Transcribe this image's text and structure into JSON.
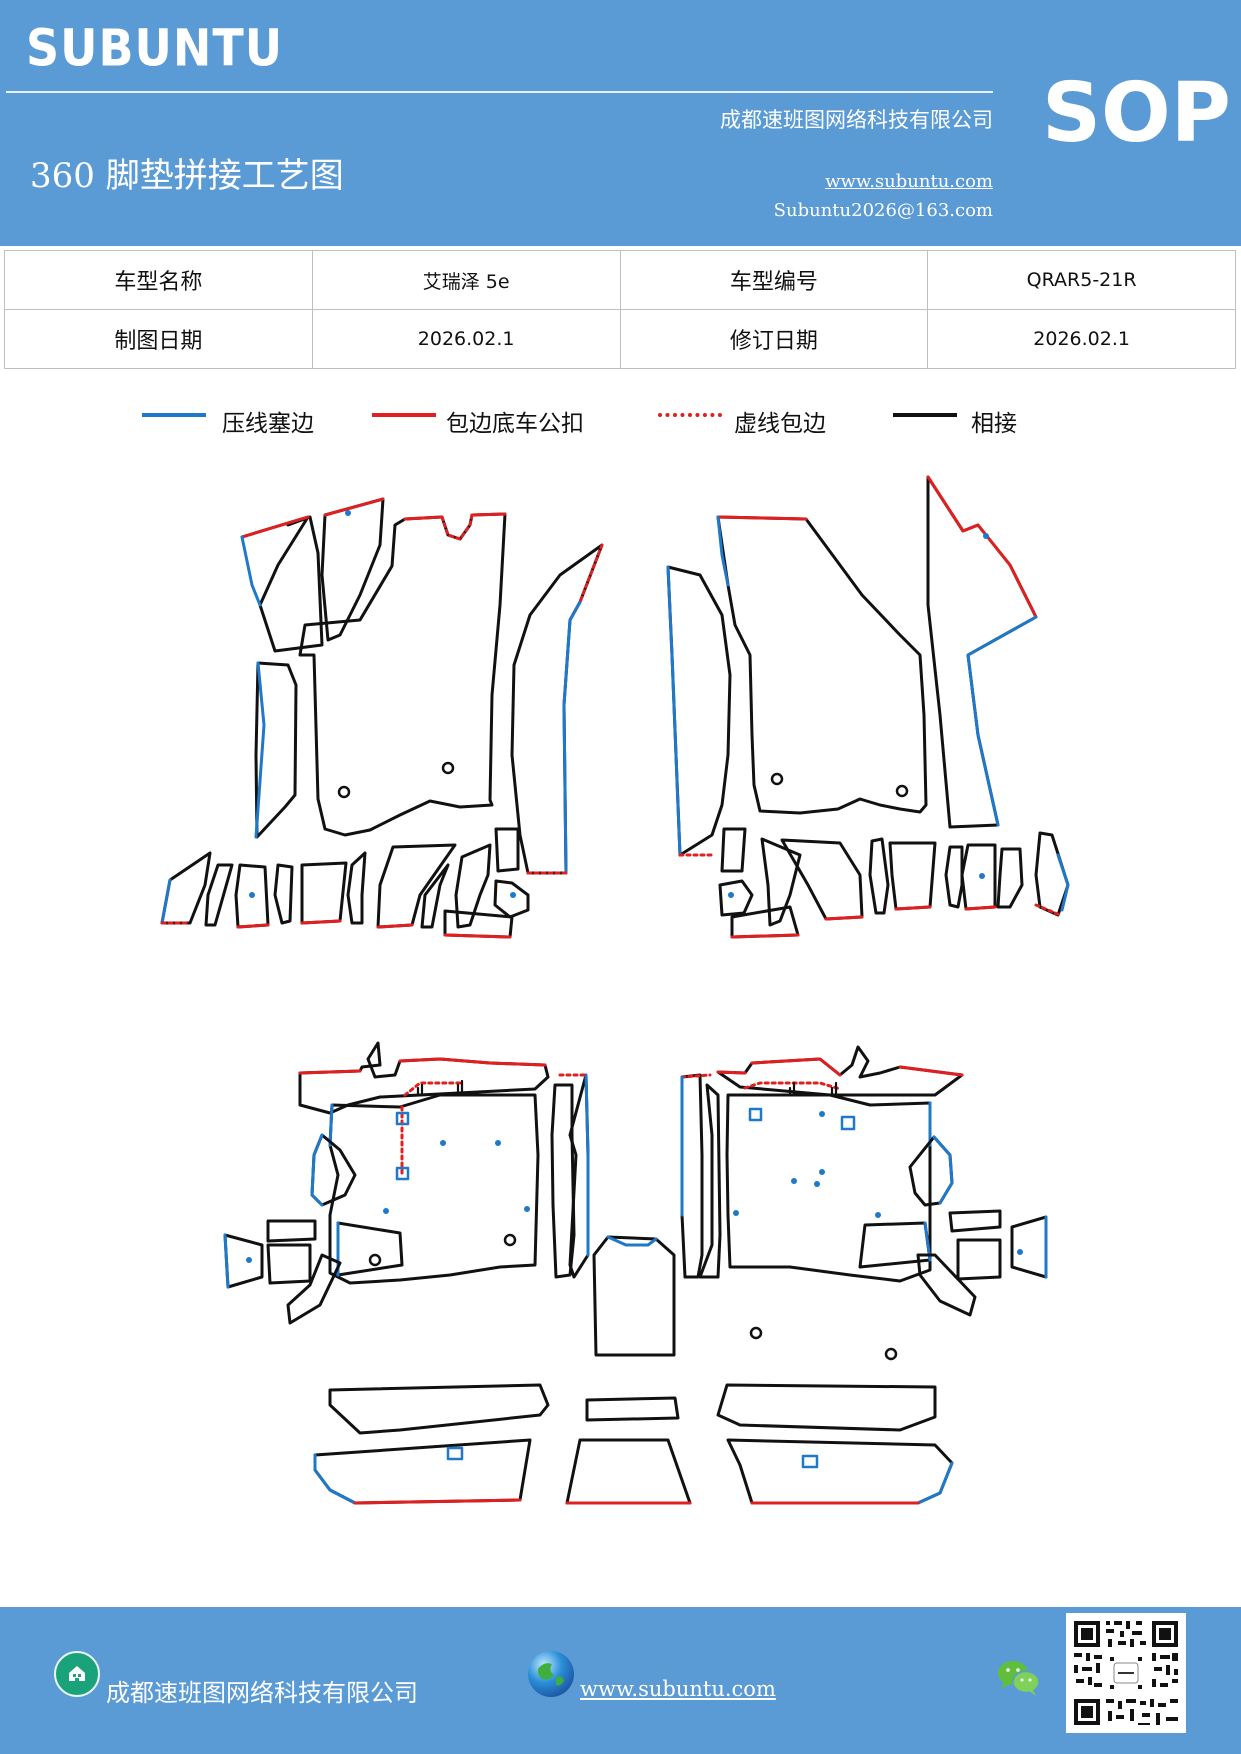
{
  "header": {
    "brand": "SUBUNTU",
    "company": "成都速班图网络科技有限公司",
    "title": "360 脚垫拼接工艺图",
    "website": "www.subuntu.com",
    "email": "Subuntu2026@163.com",
    "badge": "SOP",
    "background_color": "#5b9bd5"
  },
  "info_table": {
    "rows": [
      {
        "label1": "车型名称",
        "value1": "艾瑞泽 5e",
        "label2": "车型编号",
        "value2": "QRAR5-21R"
      },
      {
        "label1": "制图日期",
        "value1": "2026.02.1",
        "label2": "修订日期",
        "value2": "2026.02.1"
      }
    ]
  },
  "legend": [
    {
      "label": "压线塞边",
      "color": "#1f78c8",
      "style": "solid"
    },
    {
      "label": "包边底车公扣",
      "color": "#e02020",
      "style": "solid"
    },
    {
      "label": "虚线包边",
      "color": "#e02020",
      "style": "dotted"
    },
    {
      "label": "相接",
      "color": "#111111",
      "style": "solid"
    }
  ],
  "footer": {
    "company": "成都速班图网络科技有限公司",
    "website": "www.subuntu.com ",
    "icons": [
      "home-icon",
      "globe-icon",
      "wechat-icon",
      "qr-code"
    ]
  }
}
